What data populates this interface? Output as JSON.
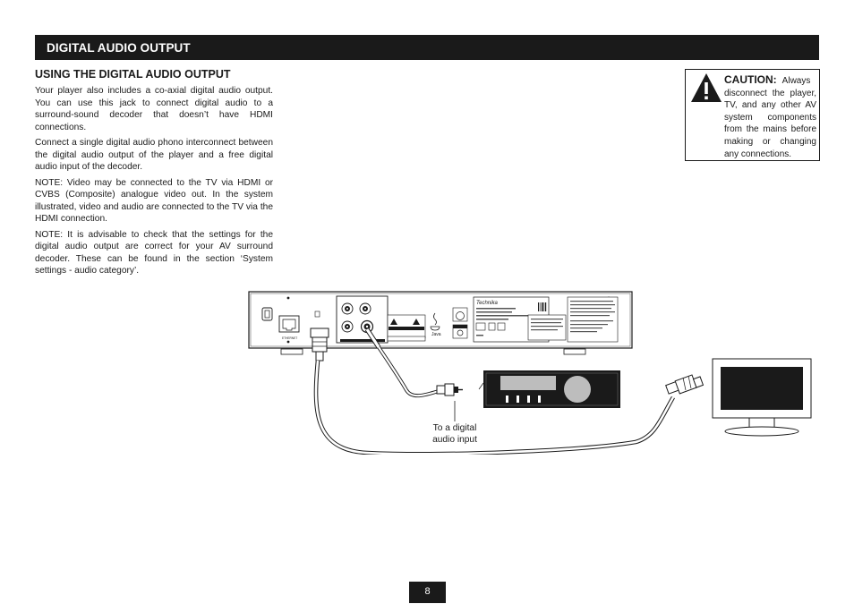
{
  "header": {
    "title": "DIGITAL AUDIO OUTPUT"
  },
  "section": {
    "heading": "USING THE DIGITAL AUDIO OUTPUT",
    "paragraphs": [
      "Your player also includes a co-axial digital audio output. You can use this jack to connect digital audio to a  surround-sound decoder that doesn’t have HDMI connections.",
      "Connect a single digital audio phono interconnect between the digital audio output of the player and a free digital audio input of the decoder.",
      "NOTE: Video may be connected to the TV via HDMI or CVBS (Composite) analogue video out. In the system illustrated, video and audio are connected to the TV via the HDMI connection.",
      "NOTE: It is advisable to check that the settings for the digital audio output are correct for your AV surround decoder. These can be found in the section ‘System settings - audio category’."
    ]
  },
  "caution": {
    "label": "CAUTION:",
    "text": "Always disconnect the player, TV, and any other AV system components from the mains before making or changing any connections."
  },
  "diagram": {
    "caption_line1": "To a digital",
    "caption_line2": "audio input",
    "brand": "Technika",
    "java_label": "Java"
  },
  "page": {
    "number": "8"
  }
}
